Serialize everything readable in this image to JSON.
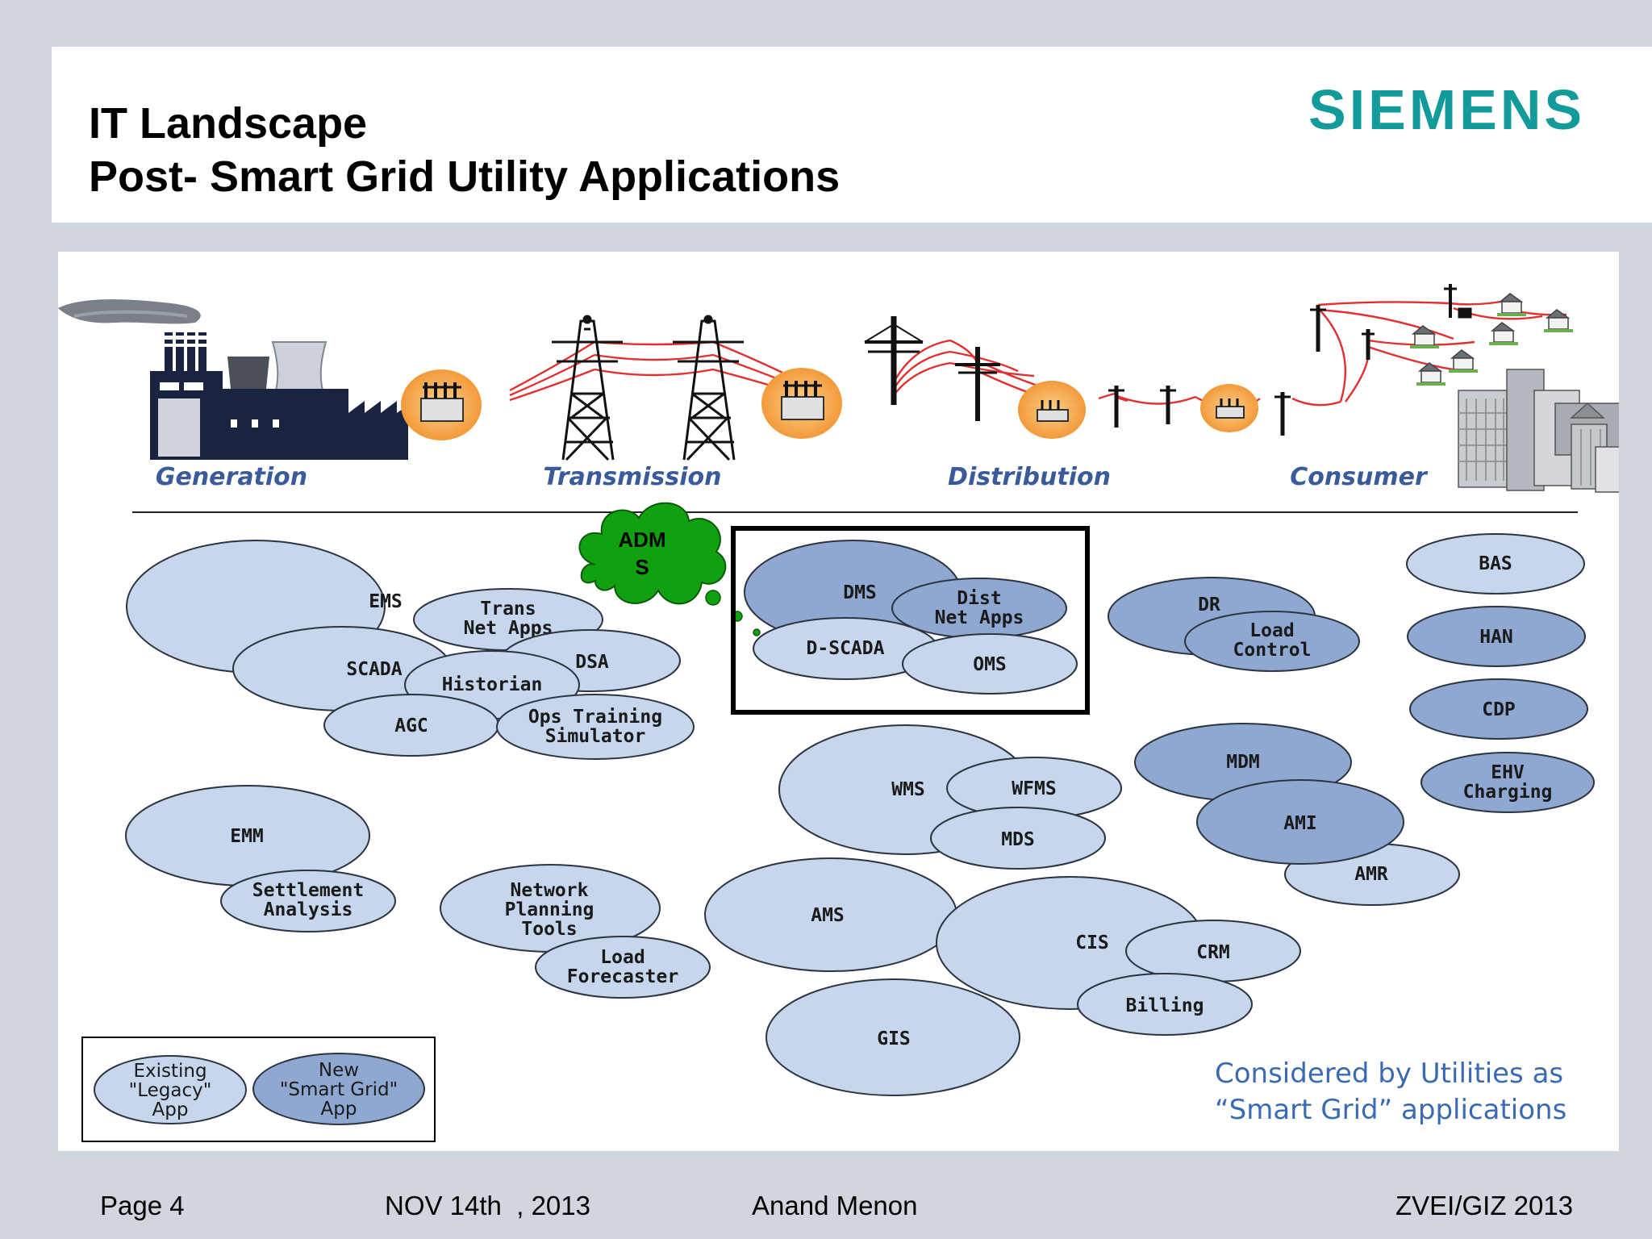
{
  "header": {
    "title_line1": "IT Landscape",
    "title_line2": "Post- Smart Grid Utility Applications",
    "logo": "SIEMENS"
  },
  "colors": {
    "legacy_fill": "#c6d6ec",
    "smartgrid_fill": "#8ea8d2",
    "bubble_stroke": "#2c3440",
    "stage_label": "#3a5a9c",
    "wire": "#e03030",
    "substation_glow": "#f6b25a",
    "adms_fill": "#10a010",
    "logo": "#139a9a",
    "note_text": "#3a6ab4"
  },
  "stages": [
    "Generation",
    "Transmission",
    "Distribution",
    "Consumer"
  ],
  "adms": {
    "lines": [
      "ADM",
      "S"
    ]
  },
  "applications": [
    {
      "id": "ems",
      "lines": [
        "EMS"
      ],
      "kind": "legacy"
    },
    {
      "id": "trans-net-apps",
      "lines": [
        "Trans",
        "Net Apps"
      ],
      "kind": "legacy"
    },
    {
      "id": "scada",
      "lines": [
        "SCADA"
      ],
      "kind": "legacy"
    },
    {
      "id": "dsa",
      "lines": [
        "DSA"
      ],
      "kind": "legacy"
    },
    {
      "id": "historian",
      "lines": [
        "Historian"
      ],
      "kind": "legacy"
    },
    {
      "id": "agc",
      "lines": [
        "AGC"
      ],
      "kind": "legacy"
    },
    {
      "id": "ops-training-simulator",
      "lines": [
        "Ops Training",
        "Simulator"
      ],
      "kind": "legacy"
    },
    {
      "id": "dms",
      "lines": [
        "DMS"
      ],
      "kind": "smart"
    },
    {
      "id": "dist-net-apps",
      "lines": [
        "Dist",
        "Net Apps"
      ],
      "kind": "smart"
    },
    {
      "id": "d-scada",
      "lines": [
        "D-SCADA"
      ],
      "kind": "legacy"
    },
    {
      "id": "oms",
      "lines": [
        "OMS"
      ],
      "kind": "legacy"
    },
    {
      "id": "dr",
      "lines": [
        "DR"
      ],
      "kind": "smart"
    },
    {
      "id": "load-control",
      "lines": [
        "Load",
        "Control"
      ],
      "kind": "smart"
    },
    {
      "id": "bas",
      "lines": [
        "BAS"
      ],
      "kind": "legacy"
    },
    {
      "id": "han",
      "lines": [
        "HAN"
      ],
      "kind": "smart"
    },
    {
      "id": "cdp",
      "lines": [
        "CDP"
      ],
      "kind": "smart"
    },
    {
      "id": "ehv-charging",
      "lines": [
        "EHV",
        "Charging"
      ],
      "kind": "smart"
    },
    {
      "id": "wms",
      "lines": [
        "WMS"
      ],
      "kind": "legacy"
    },
    {
      "id": "wfms",
      "lines": [
        "WFMS"
      ],
      "kind": "legacy"
    },
    {
      "id": "mds",
      "lines": [
        "MDS"
      ],
      "kind": "legacy"
    },
    {
      "id": "mdm",
      "lines": [
        "MDM"
      ],
      "kind": "smart"
    },
    {
      "id": "ami",
      "lines": [
        "AMI"
      ],
      "kind": "smart"
    },
    {
      "id": "amr",
      "lines": [
        "AMR"
      ],
      "kind": "legacy"
    },
    {
      "id": "emm",
      "lines": [
        "EMM"
      ],
      "kind": "legacy"
    },
    {
      "id": "settlement-analysis",
      "lines": [
        "Settlement",
        "Analysis"
      ],
      "kind": "legacy"
    },
    {
      "id": "network-planning-tools",
      "lines": [
        "Network",
        "Planning",
        "Tools"
      ],
      "kind": "legacy"
    },
    {
      "id": "load-forecaster",
      "lines": [
        "Load",
        "Forecaster"
      ],
      "kind": "legacy"
    },
    {
      "id": "ams",
      "lines": [
        "AMS"
      ],
      "kind": "legacy"
    },
    {
      "id": "cis",
      "lines": [
        "CIS"
      ],
      "kind": "legacy"
    },
    {
      "id": "crm",
      "lines": [
        "CRM"
      ],
      "kind": "legacy"
    },
    {
      "id": "billing",
      "lines": [
        "Billing"
      ],
      "kind": "legacy"
    },
    {
      "id": "gis",
      "lines": [
        "GIS"
      ],
      "kind": "legacy"
    }
  ],
  "legend": [
    {
      "id": "legacy",
      "lines": [
        "Existing",
        "\"Legacy\"",
        "App"
      ]
    },
    {
      "id": "smart",
      "lines": [
        "New",
        "\"Smart Grid\"",
        "App"
      ]
    }
  ],
  "note": {
    "lines": [
      "Considered by Utilities as",
      "“Smart Grid” applications"
    ]
  },
  "footer": {
    "page": "Page 4",
    "date": "NOV 14th  , 2013",
    "author": "Anand Menon",
    "event": "ZVEI/GIZ 2013"
  }
}
